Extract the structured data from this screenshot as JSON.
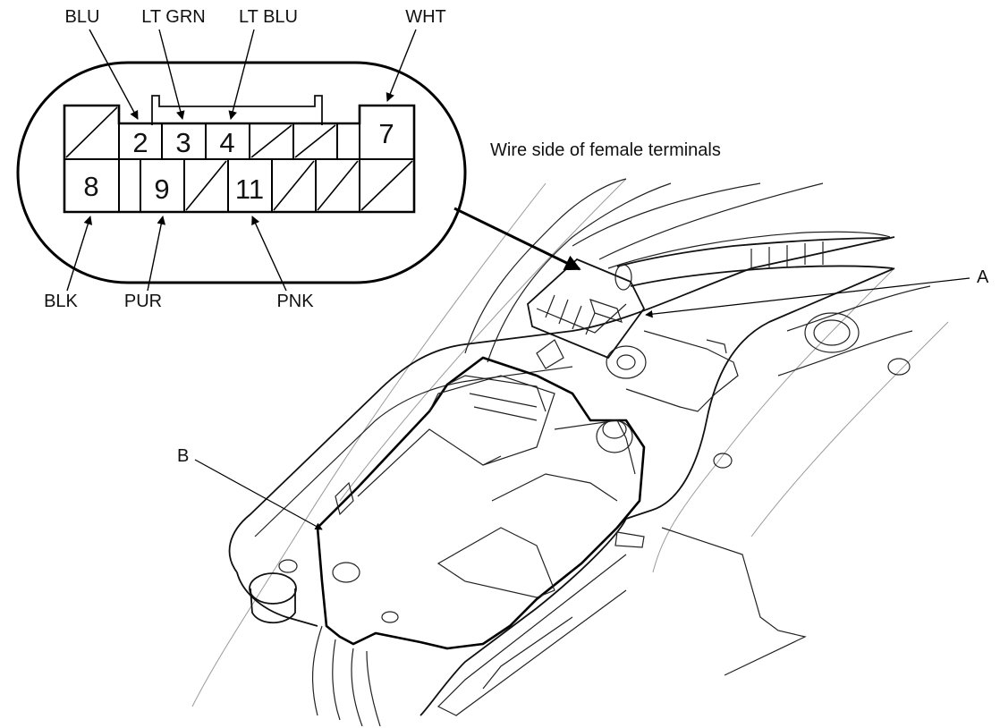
{
  "caption": "Wire side of female terminals",
  "wire_labels": {
    "blu": "BLU",
    "lt_grn": "LT GRN",
    "lt_blu": "LT BLU",
    "wht": "WHT",
    "blk": "BLK",
    "pur": "PUR",
    "pnk": "PNK"
  },
  "pins": {
    "p2": "2",
    "p3": "3",
    "p4": "4",
    "p7": "7",
    "p8": "8",
    "p9": "9",
    "p11": "11"
  },
  "callouts": {
    "a": "A",
    "b": "B"
  }
}
